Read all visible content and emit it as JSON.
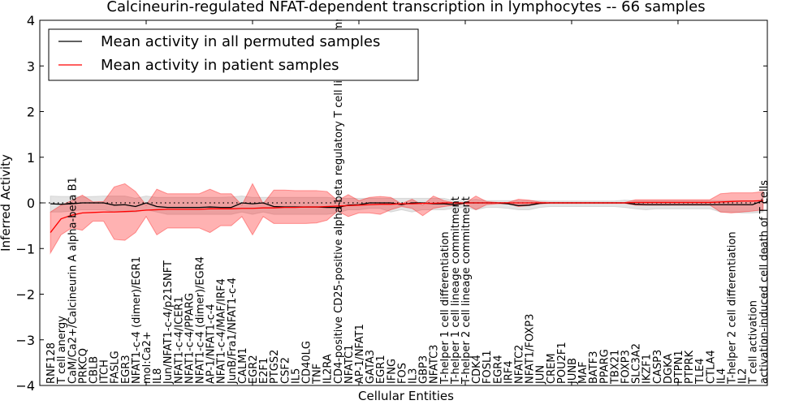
{
  "chart_data": {
    "type": "line",
    "title": "Calcineurin-regulated NFAT-dependent transcription in lymphocytes -- 66 samples",
    "xlabel": "Cellular Entities",
    "ylabel": "Inferred Activity",
    "ylim": [
      -4,
      4
    ],
    "xlim": [
      0,
      68.4
    ],
    "yticks": [
      -4,
      -3,
      -2,
      -1,
      0,
      1,
      2,
      3,
      4
    ],
    "xticks": [
      0,
      10,
      20,
      30,
      40,
      50,
      60
    ],
    "grid": false,
    "legend_placement": "top-left",
    "reference_line": {
      "y": 0,
      "style": "dotted"
    },
    "categories": [
      "RNF128",
      "T cell anergy",
      "CaM/Ca2+/Calcineurin A alpha-beta B1",
      "PRKCQ",
      "CBLB",
      "ITCH",
      "FASLG",
      "EGR3",
      "NFAT1-c-4 (dimer)/EGR1",
      "mol:Ca2+",
      "IL8",
      "Jun/NFAT1-c-4/p21SNFT",
      "NFAT1-c-4/ICER1",
      "NFAT1-c-4/PPARG",
      "NFAT1-c-4 (dimer)/EGR4",
      "AP-1/NFAT1-c-4",
      "NFAT1-c-4/MAF/IRF4",
      "JunB/Fra1/NFAT1-c-4",
      "CALM1",
      "EGR2",
      "E2F1",
      "PTGS2",
      "CSF2",
      "IL5",
      "CD40LG",
      "TNF",
      "IL2RA",
      "CD4-positive CD25-positive alpha-beta regulatory T cell lineage commitment",
      "NFATC1",
      "AP-1/NFAT1",
      "GATA3",
      "EGR1",
      "IFNG",
      "FOS",
      "IL3",
      "GBP3",
      "NFATC3",
      "T-helper 1 cell differentiation",
      "T-helper 1 cell lineage commitment",
      "T-helper 2 cell lineage commitment",
      "CDK4",
      "FOSL1",
      "EGR4",
      "IRF4",
      "NFATC2",
      "NFAT1/FOXP3",
      "JUN",
      "CREM",
      "POU2F1",
      "JUNB",
      "MAF",
      "BATF3",
      "PPARG",
      "TBX21",
      "FOXP3",
      "SLC3A2",
      "IKZF1",
      "CASP3",
      "DGKA",
      "PTPN1",
      "PTPRK",
      "TLE4",
      "CTLA4",
      "IL4",
      "T-helper 2 cell differentiation",
      "IL2",
      "T cell activation",
      "activation-induced cell death of T cells"
    ],
    "series": [
      {
        "name": "Mean activity in all permuted samples",
        "color": "#000000",
        "band_color": "#bbbbbb",
        "values": [
          -0.02,
          -0.03,
          -0.02,
          0,
          0,
          0,
          -0.05,
          -0.04,
          -0.08,
          0,
          -0.08,
          -0.1,
          -0.1,
          -0.1,
          -0.1,
          -0.09,
          -0.1,
          -0.1,
          0,
          -0.02,
          0,
          -0.08,
          -0.09,
          -0.09,
          -0.09,
          -0.09,
          -0.1,
          -0.1,
          -0.05,
          -0.04,
          0,
          0,
          0,
          -0.04,
          0,
          0,
          -0.02,
          -0.02,
          -0.04,
          0,
          0,
          0,
          0,
          -0.02,
          -0.06,
          -0.05,
          -0.01,
          0,
          0,
          0,
          0,
          0,
          0,
          0,
          0,
          -0.03,
          -0.04,
          -0.04,
          -0.04,
          -0.04,
          -0.04,
          -0.04,
          -0.04,
          -0.04,
          -0.04,
          -0.04,
          -0.04,
          0.05
        ],
        "upper": [
          0.15,
          0.14,
          0.14,
          0.13,
          0.14,
          0.15,
          0.15,
          0.15,
          0.1,
          0.15,
          0.12,
          0.12,
          0.12,
          0.12,
          0.12,
          0.12,
          0.12,
          0.13,
          0.15,
          0.12,
          0.12,
          0.12,
          0.12,
          0.12,
          0.12,
          0.12,
          0.12,
          0.1,
          0.1,
          0.1,
          0.1,
          0.1,
          0.1,
          0.1,
          0.1,
          0.1,
          0.1,
          0.1,
          0.05,
          0.05,
          0.08,
          0.05,
          0.05,
          0.05,
          0.05,
          0.05,
          0.05,
          0.04,
          0.04,
          0.04,
          0.04,
          0.04,
          0.04,
          0.04,
          0.06,
          0.05,
          0.05,
          0.05,
          0.05,
          0.05,
          0.05,
          0.05,
          0.05,
          0.05,
          0.05,
          0.05,
          0.05,
          0.05
        ],
        "lower": [
          -0.2,
          -0.2,
          -0.18,
          -0.15,
          -0.15,
          -0.15,
          -0.2,
          -0.2,
          -0.2,
          -0.15,
          -0.2,
          -0.25,
          -0.25,
          -0.25,
          -0.25,
          -0.25,
          -0.25,
          -0.25,
          -0.2,
          -0.25,
          -0.2,
          -0.25,
          -0.25,
          -0.25,
          -0.25,
          -0.25,
          -0.25,
          -0.22,
          -0.15,
          -0.15,
          -0.12,
          -0.12,
          -0.2,
          -0.15,
          -0.2,
          -0.15,
          -0.15,
          -0.15,
          -0.12,
          -0.1,
          -0.15,
          -0.1,
          -0.1,
          -0.12,
          -0.15,
          -0.15,
          -0.1,
          -0.08,
          -0.08,
          -0.08,
          -0.08,
          -0.08,
          -0.08,
          -0.08,
          -0.1,
          -0.13,
          -0.15,
          -0.13,
          -0.13,
          -0.13,
          -0.13,
          -0.13,
          -0.13,
          -0.2,
          -0.2,
          -0.22,
          -0.22,
          -0.2
        ]
      },
      {
        "name": "Mean activity in patient samples",
        "color": "#ff0000",
        "band_color": "#ff0000",
        "values": [
          -0.65,
          -0.35,
          -0.27,
          -0.22,
          -0.21,
          -0.2,
          -0.2,
          -0.19,
          -0.18,
          -0.16,
          -0.15,
          -0.14,
          -0.14,
          -0.14,
          -0.14,
          -0.13,
          -0.13,
          -0.13,
          -0.12,
          -0.12,
          -0.11,
          -0.11,
          -0.1,
          -0.1,
          -0.09,
          -0.09,
          -0.08,
          -0.07,
          -0.06,
          -0.05,
          -0.04,
          -0.03,
          -0.03,
          -0.02,
          -0.02,
          -0.01,
          -0.01,
          0,
          0,
          0,
          0,
          0,
          0,
          0,
          0,
          0,
          0,
          0,
          0,
          0,
          0,
          0,
          0,
          0,
          0,
          0.01,
          0.01,
          0.01,
          0.01,
          0.01,
          0.01,
          0.01,
          0.01,
          0.02,
          0.03,
          0.04,
          0.04,
          0.05
        ],
        "upper": [
          -0.2,
          -0.05,
          0.05,
          0.17,
          0.02,
          0.03,
          0.35,
          0.42,
          0.25,
          -0.05,
          0.3,
          0.2,
          0.2,
          0.2,
          0.2,
          0.3,
          0.2,
          0.2,
          -0.05,
          0.42,
          -0.02,
          0.28,
          0.28,
          0.27,
          0.27,
          0.27,
          0.25,
          0.05,
          0.18,
          0.05,
          0.12,
          0.14,
          0.12,
          -0.02,
          0.08,
          -0.05,
          0.15,
          0.05,
          0,
          0,
          0.15,
          0.03,
          0.01,
          0.01,
          0.08,
          0.06,
          0.02,
          0.01,
          0.01,
          0.01,
          0.01,
          0.01,
          0.01,
          0.01,
          0.01,
          0.07,
          0.07,
          0.07,
          0.07,
          0.07,
          0.07,
          0.07,
          0.07,
          0.2,
          0.22,
          0.22,
          0.22,
          0.25
        ],
        "lower": [
          -1.1,
          -0.7,
          -0.55,
          -0.6,
          -0.4,
          -0.4,
          -0.8,
          -0.82,
          -0.65,
          -0.3,
          -0.7,
          -0.55,
          -0.55,
          -0.55,
          -0.55,
          -0.65,
          -0.5,
          -0.5,
          -0.3,
          -0.7,
          -0.3,
          -0.45,
          -0.45,
          -0.45,
          -0.45,
          -0.44,
          -0.38,
          -0.18,
          -0.3,
          -0.22,
          -0.22,
          -0.25,
          -0.15,
          -0.08,
          -0.12,
          -0.28,
          -0.12,
          -0.08,
          -0.05,
          -0.02,
          -0.15,
          -0.04,
          -0.02,
          -0.02,
          -0.08,
          -0.06,
          -0.02,
          -0.01,
          -0.01,
          -0.01,
          -0.01,
          -0.01,
          -0.01,
          -0.01,
          -0.01,
          -0.05,
          -0.05,
          -0.05,
          -0.05,
          -0.05,
          -0.05,
          -0.05,
          -0.05,
          -0.2,
          -0.22,
          -0.2,
          -0.18,
          -0.15
        ]
      }
    ]
  }
}
